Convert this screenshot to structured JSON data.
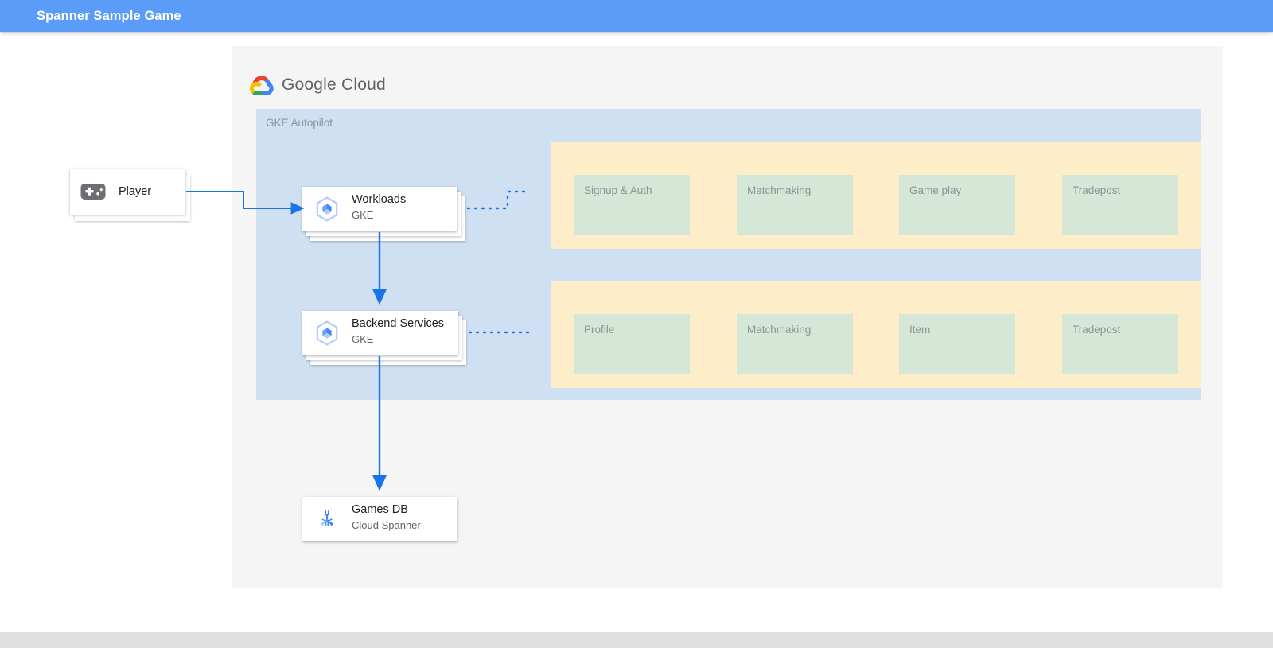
{
  "appbar": {
    "title": "Spanner Sample Game",
    "background": "#5b9cf8",
    "text_color": "#ffffff"
  },
  "panel": {
    "background": "#f5f5f5"
  },
  "branding": {
    "logo_icon": "google-cloud-logo-icon",
    "word_google": "Google",
    "word_cloud": "Cloud"
  },
  "autopilot": {
    "label": "GKE Autopilot",
    "background": "#cfe0f3"
  },
  "nodes": {
    "player": {
      "label": "Player",
      "icon": "gamepad-icon"
    },
    "workloads": {
      "title": "Workloads",
      "subtitle": "GKE",
      "icon": "gke-hexagon-icon"
    },
    "backend": {
      "title": "Backend Services",
      "subtitle": "GKE",
      "icon": "gke-hexagon-icon"
    },
    "gamesdb": {
      "title": "Games DB",
      "subtitle": "Cloud Spanner",
      "icon": "cloud-spanner-icon"
    }
  },
  "service_groups": [
    {
      "name": "workload-services",
      "background": "#fdeec9",
      "boxes": [
        {
          "label": "Signup & Auth"
        },
        {
          "label": "Matchmaking"
        },
        {
          "label": "Game play"
        },
        {
          "label": "Tradepost"
        }
      ]
    },
    {
      "name": "backend-services",
      "background": "#fdeec9",
      "boxes": [
        {
          "label": "Profile"
        },
        {
          "label": "Matchmaking"
        },
        {
          "label": "Item"
        },
        {
          "label": "Tradepost"
        }
      ]
    }
  ],
  "colors": {
    "edge_blue": "#1a73e8",
    "service_box_green": "#d5e7d6",
    "service_group_yellow": "#fdeec9",
    "autopilot_blue": "#cfe0f3",
    "muted_text": "#8e9296",
    "scrollbar": "#e0e0e0"
  }
}
